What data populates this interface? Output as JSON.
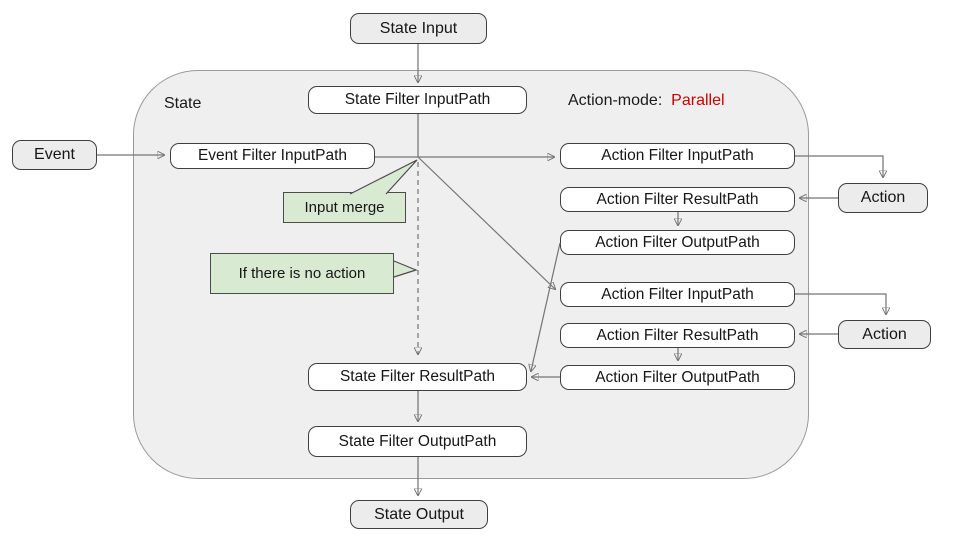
{
  "diagram": {
    "container_label": "State",
    "action_mode": {
      "label": "Action-mode:",
      "value": "Parallel"
    },
    "nodes": {
      "state_input": "State Input",
      "state_filter_inputpath": "State Filter InputPath",
      "event": "Event",
      "event_filter_inputpath": "Event Filter InputPath",
      "action_filter_inputpath_1": "Action Filter InputPath",
      "action_filter_resultpath_1": "Action Filter ResultPath",
      "action_filter_outputpath_1": "Action Filter OutputPath",
      "action_1": "Action",
      "action_filter_inputpath_2": "Action Filter InputPath",
      "action_filter_resultpath_2": "Action Filter ResultPath",
      "action_filter_outputpath_2": "Action Filter OutputPath",
      "action_2": "Action",
      "state_filter_resultpath": "State Filter ResultPath",
      "state_filter_outputpath": "State Filter OutputPath",
      "state_output": "State Output"
    },
    "callouts": {
      "input_merge": "Input merge",
      "no_action": "If there is no action"
    },
    "colors": {
      "container_fill": "#efefef",
      "container_border": "#9a9a9a",
      "node_fill_white": "#ffffff",
      "node_fill_gray": "#ececec",
      "node_border": "#3f3f3f",
      "callout_fill": "#d9ead3",
      "callout_border": "#4c4c4c",
      "connector": "#737373",
      "action_mode_value_color": "#cc0000"
    }
  }
}
